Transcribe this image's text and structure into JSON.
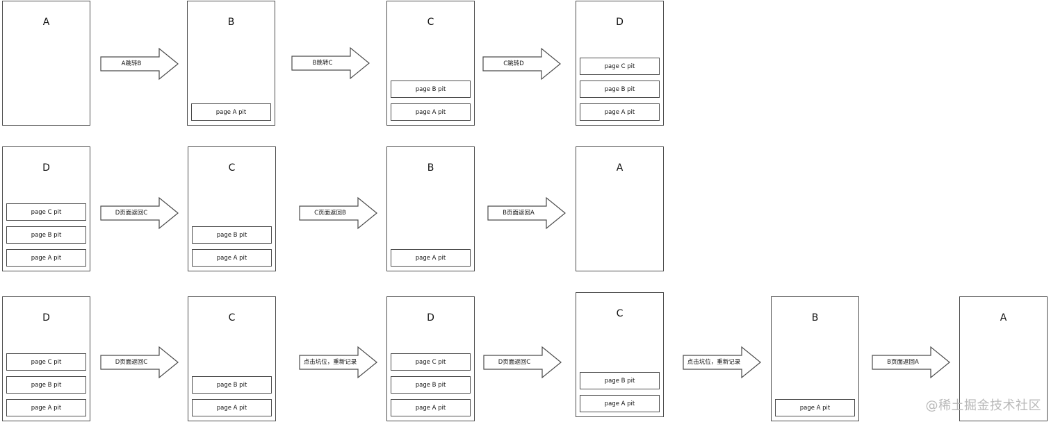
{
  "rows": [
    {
      "pages": [
        {
          "title": "A",
          "pits": []
        },
        {
          "title": "B",
          "pits": [
            "page A pit"
          ]
        },
        {
          "title": "C",
          "pits": [
            "page B pit",
            "page A pit"
          ]
        },
        {
          "title": "D",
          "pits": [
            "page C pit",
            "page B pit",
            "page A pit"
          ]
        }
      ],
      "arrows": [
        "A跳转B",
        "B跳转C",
        "C跳转D"
      ]
    },
    {
      "pages": [
        {
          "title": "D",
          "pits": [
            "page C pit",
            "page B pit",
            "page A pit"
          ]
        },
        {
          "title": "C",
          "pits": [
            "page B pit",
            "page A pit"
          ]
        },
        {
          "title": "B",
          "pits": [
            "page A pit"
          ]
        },
        {
          "title": "A",
          "pits": []
        }
      ],
      "arrows": [
        "D页面返回C",
        "C页面返回B",
        "B页面返回A"
      ]
    },
    {
      "pages": [
        {
          "title": "D",
          "pits": [
            "page C pit",
            "page B pit",
            "page A pit"
          ]
        },
        {
          "title": "C",
          "pits": [
            "page B pit",
            "page A pit"
          ]
        },
        {
          "title": "D",
          "pits": [
            "page C pit",
            "page B pit",
            "page A pit"
          ]
        },
        {
          "title": "C",
          "pits": [
            "page B pit",
            "page A pit"
          ]
        },
        {
          "title": "B",
          "pits": [
            "page A pit"
          ]
        },
        {
          "title": "A",
          "pits": []
        }
      ],
      "arrows": [
        "D页面返回C",
        "点击坑位，重新记录",
        "D页面返回C",
        "点击坑位，重新记录",
        "B页面返回A"
      ]
    }
  ],
  "watermark": "@稀土掘金技术社区"
}
